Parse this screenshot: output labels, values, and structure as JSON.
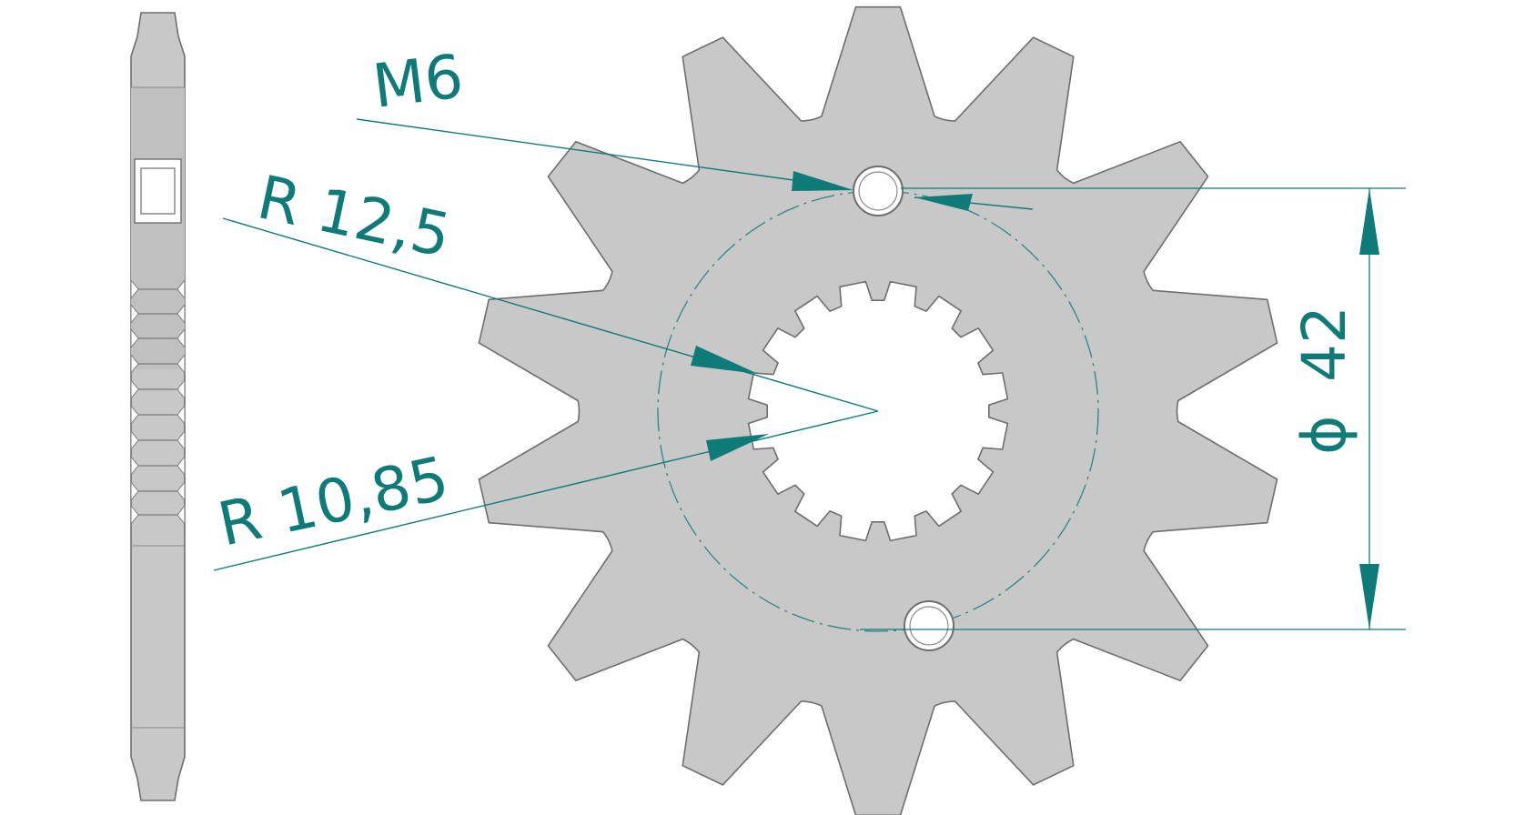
{
  "colors": {
    "part_fill": "#c8c8c8",
    "outline": "#6e6e6e",
    "dimension": "#0f7b78",
    "background": "#ffffff"
  },
  "sprocket": {
    "teeth": 14,
    "spline_teeth": 16,
    "mounting_holes": 2
  },
  "annotations": {
    "thread": "M6",
    "outer_spline_radius": "R 12,5",
    "inner_spline_radius": "R 10,85",
    "hole_circle_diameter_symbol": "ϕ",
    "hole_circle_diameter": "42"
  }
}
